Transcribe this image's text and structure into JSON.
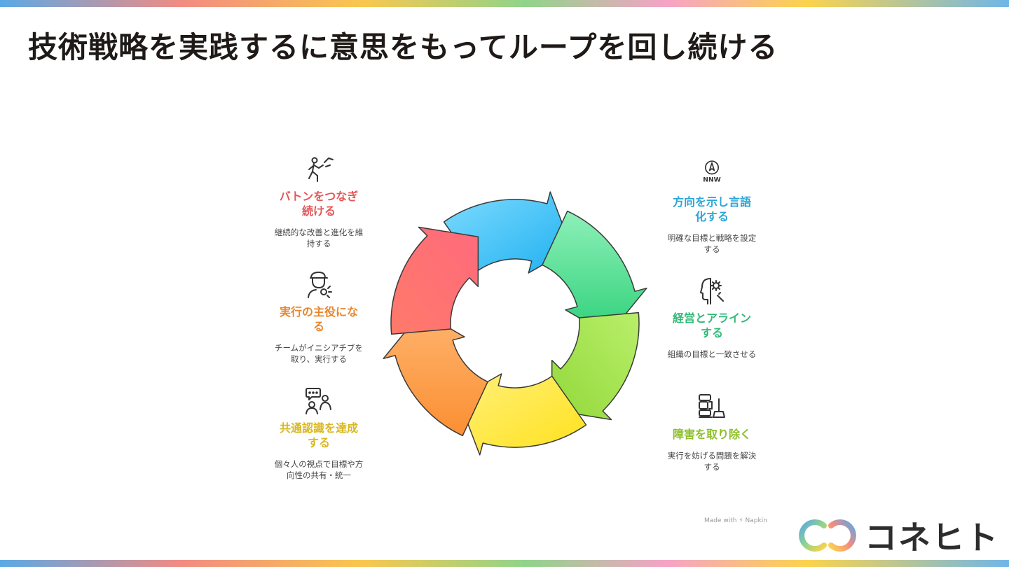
{
  "title": "技術戦略を実践するに意思をもってループを回し続ける",
  "steps": [
    {
      "head": "方向を示し言語化する",
      "desc": "明確な目標と戦略を設定する",
      "icon": "compass-icon",
      "icon_label": "NNW",
      "color": "#2aa6d8"
    },
    {
      "head": "経営とアラインする",
      "desc": "組織の目標と一致させる",
      "icon": "head-gear-icon",
      "color": "#33b97a"
    },
    {
      "head": "障害を取り除く",
      "desc": "実行を妨げる問題を解決する",
      "icon": "hammer-blocks-icon",
      "color": "#8cbf2a"
    },
    {
      "head": "共通認識を達成する",
      "desc": "個々人の視点で目標や方向性の共有・統一",
      "icon": "people-chat-icon",
      "color": "#d9b820"
    },
    {
      "head": "実行の主役になる",
      "desc": "チームがイニシアチブを取り、実行する",
      "icon": "worker-icon",
      "color": "#e8862d"
    },
    {
      "head": "バトンをつなぎ続ける",
      "desc": "継続的な改善と進化を維持する",
      "icon": "relay-runner-icon",
      "color": "#e4575a"
    }
  ],
  "footer": {
    "made_with": "Made with ⚡ Napkin",
    "logo_text": "コネヒト"
  }
}
